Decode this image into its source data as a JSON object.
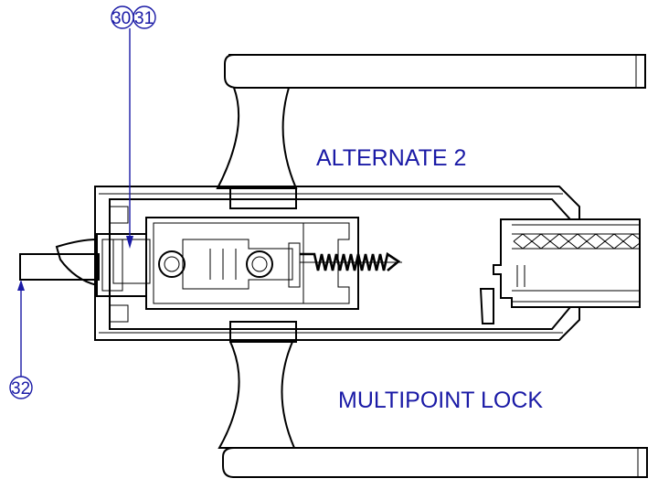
{
  "labels": {
    "alternate": "ALTERNATE 2",
    "multipoint": "MULTIPOINT LOCK"
  },
  "callouts": {
    "c30": "30",
    "c31": "31",
    "c32": "32"
  },
  "colors": {
    "annotation": "#1a1aa6",
    "line": "#000000"
  }
}
